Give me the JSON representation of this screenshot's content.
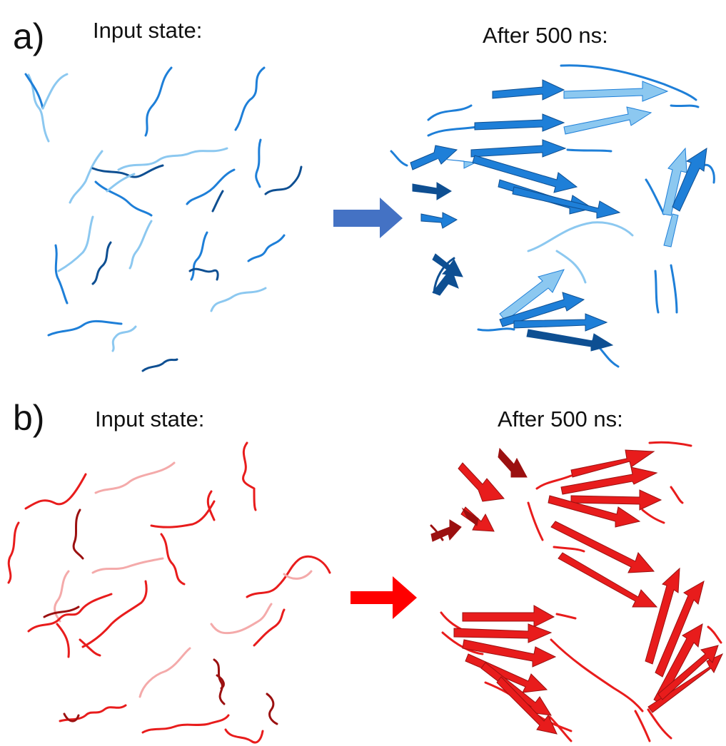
{
  "panels": [
    {
      "letter": "a)",
      "input_label": "Input state:",
      "output_label": "After 500 ns:",
      "colors": {
        "light": "#8cc8f0",
        "mid": "#1e7fd8",
        "dark": "#0e4f92",
        "arrow": "#4472c4"
      }
    },
    {
      "letter": "b)",
      "input_label": "Input state:",
      "output_label": "After 500 ns:",
      "colors": {
        "light": "#f4aaaa",
        "mid": "#e81c1c",
        "dark": "#9b1010",
        "arrow": "#ff0000"
      }
    }
  ]
}
